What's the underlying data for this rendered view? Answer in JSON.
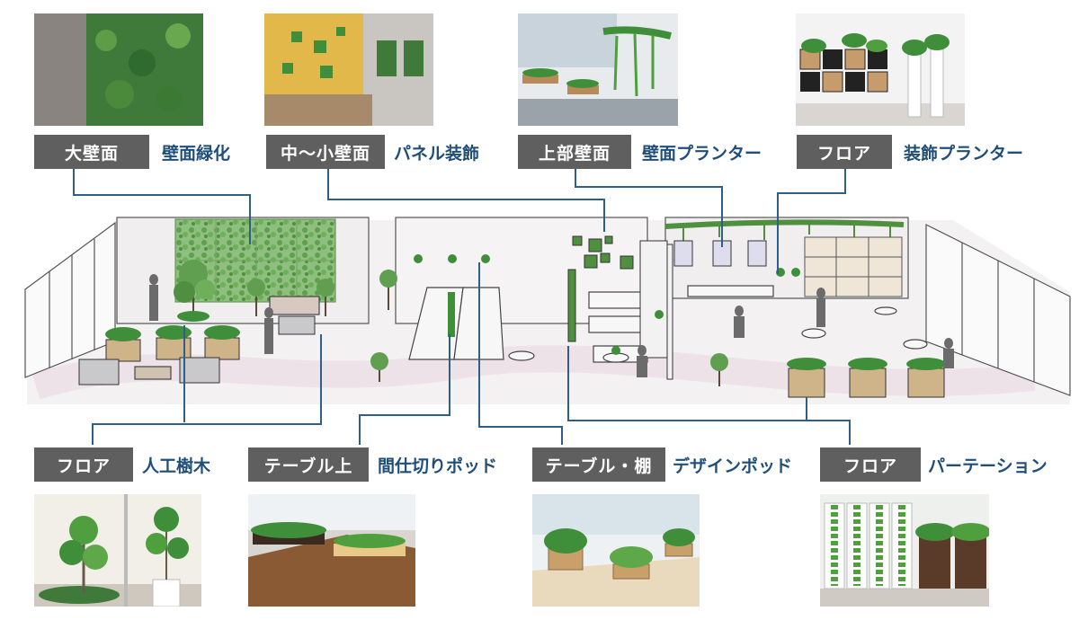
{
  "callouts_top": [
    {
      "tag": "大壁面",
      "label": "壁面緑化"
    },
    {
      "tag": "中～小壁面",
      "label": "パネル装飾"
    },
    {
      "tag": "上部壁面",
      "label": "壁面プランター"
    },
    {
      "tag": "フロア",
      "label": "装飾プランター"
    }
  ],
  "callouts_bottom": [
    {
      "tag": "フロア",
      "label": "人工樹木"
    },
    {
      "tag": "テーブル上",
      "label": "間仕切りポッド"
    },
    {
      "tag": "テーブル・棚",
      "label": "デザインポッド"
    },
    {
      "tag": "フロア",
      "label": "パーテーション"
    }
  ],
  "colors": {
    "tag_bg": "#5f5f5f",
    "label_text": "#1f4e79",
    "leader_line": "#2f5f86",
    "plant_green": "#3f8f3a"
  }
}
